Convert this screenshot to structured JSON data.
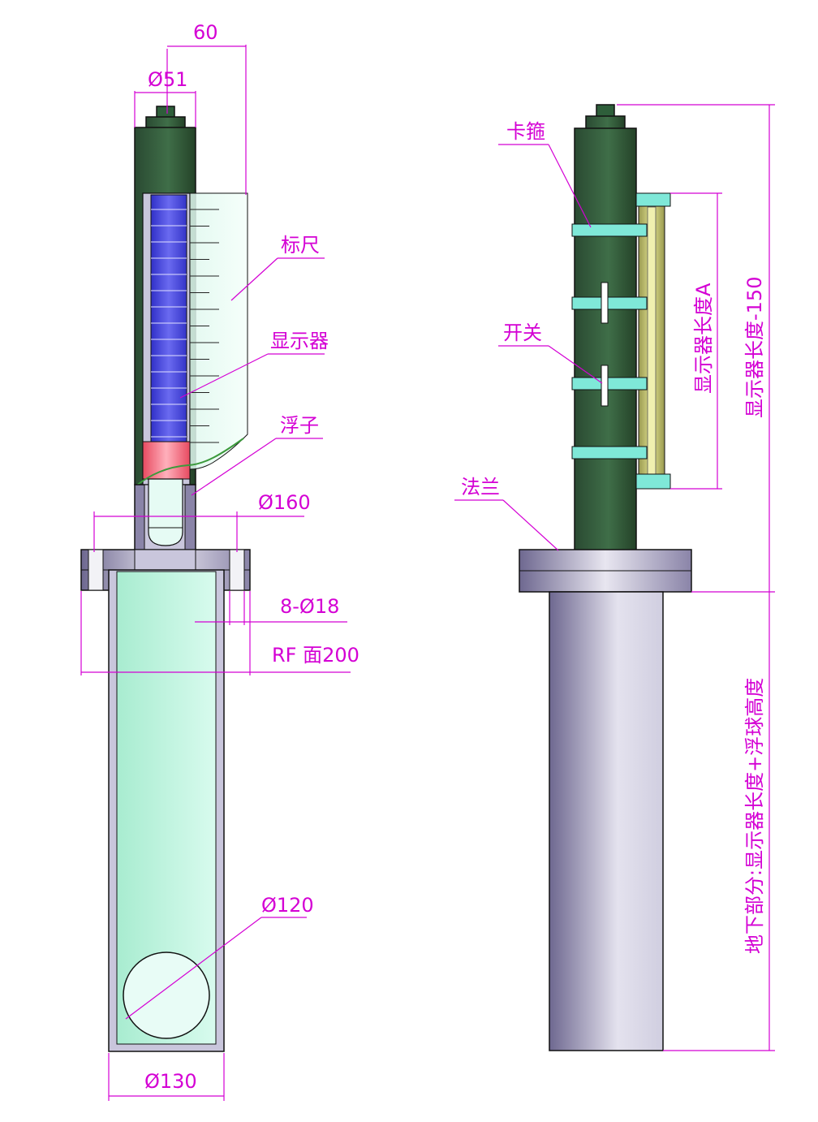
{
  "colors": {
    "annotation": "#d400d4",
    "body_green": "#2e5e3a",
    "display_blue": "#4a4ae0",
    "float_red": "#f06a7a",
    "chamber_mint": "#bdf0d8",
    "flange_grey": "#8a82a8",
    "clamp_cyan": "#7fe8d8"
  },
  "left_view": {
    "dims": {
      "d60": "60",
      "d51": "Ø51",
      "d160": "Ø160",
      "d8x18": "8-Ø18",
      "rf200": "RF 面200",
      "d120": "Ø120",
      "d130": "Ø130"
    },
    "labels": {
      "scale": "标尺",
      "display": "显示器",
      "float": "浮子"
    }
  },
  "right_view": {
    "labels": {
      "clamp": "卡箍",
      "switch": "开关",
      "flange": "法兰"
    },
    "dims": {
      "display_length": "显示器长度A",
      "display_length_minus": "显示器长度-150",
      "underground": "地下部分:显示器长度+浮球高度"
    }
  }
}
